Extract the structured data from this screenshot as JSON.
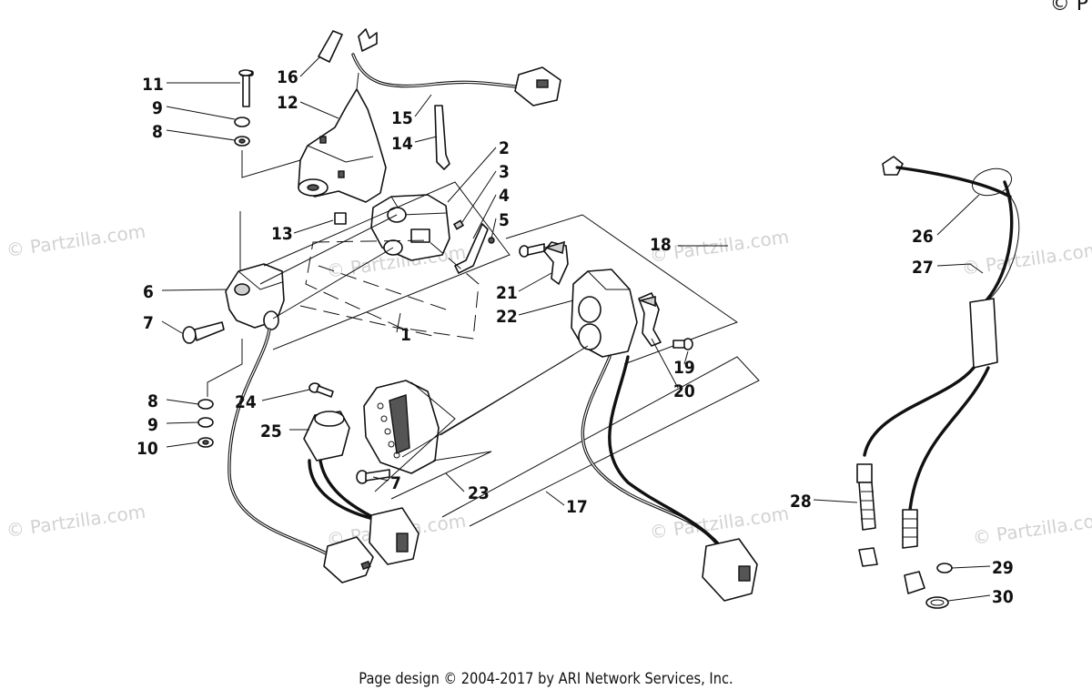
{
  "diagram": {
    "callouts": [
      {
        "id": "c11",
        "text": "11"
      },
      {
        "id": "c9a",
        "text": "9"
      },
      {
        "id": "c8a",
        "text": "8"
      },
      {
        "id": "c16",
        "text": "16"
      },
      {
        "id": "c12",
        "text": "12"
      },
      {
        "id": "c15",
        "text": "15"
      },
      {
        "id": "c14",
        "text": "14"
      },
      {
        "id": "c2",
        "text": "2"
      },
      {
        "id": "c3",
        "text": "3"
      },
      {
        "id": "c4",
        "text": "4"
      },
      {
        "id": "c5",
        "text": "5"
      },
      {
        "id": "c13",
        "text": "13"
      },
      {
        "id": "c6",
        "text": "6"
      },
      {
        "id": "c7a",
        "text": "7"
      },
      {
        "id": "c1",
        "text": "1"
      },
      {
        "id": "c18",
        "text": "18"
      },
      {
        "id": "c21",
        "text": "21"
      },
      {
        "id": "c22",
        "text": "22"
      },
      {
        "id": "c19",
        "text": "19"
      },
      {
        "id": "c20",
        "text": "20"
      },
      {
        "id": "c8b",
        "text": "8"
      },
      {
        "id": "c9b",
        "text": "9"
      },
      {
        "id": "c10",
        "text": "10"
      },
      {
        "id": "c24",
        "text": "24"
      },
      {
        "id": "c25",
        "text": "25"
      },
      {
        "id": "c7b",
        "text": "7"
      },
      {
        "id": "c23",
        "text": "23"
      },
      {
        "id": "c17",
        "text": "17"
      },
      {
        "id": "c26",
        "text": "26"
      },
      {
        "id": "c27",
        "text": "27"
      },
      {
        "id": "c28",
        "text": "28"
      },
      {
        "id": "c29",
        "text": "29"
      },
      {
        "id": "c30",
        "text": "30"
      }
    ],
    "watermark": "© Partzilla.com",
    "corner_mark": "© P"
  },
  "footer": {
    "text": "Page design © 2004-2017 by ARI Network Services, Inc."
  }
}
